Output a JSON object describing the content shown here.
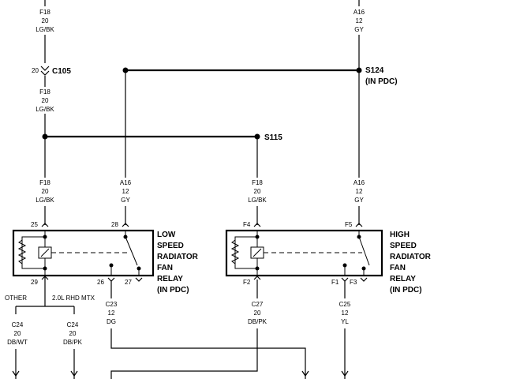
{
  "wires": {
    "top_left": {
      "circuit": "F18",
      "gauge": "20",
      "color": "LG/BK"
    },
    "top_right": {
      "circuit": "A16",
      "gauge": "12",
      "color": "GY"
    },
    "mid_left": {
      "circuit": "F18",
      "gauge": "20",
      "color": "LG/BK"
    },
    "drop_f18_low": {
      "circuit": "F18",
      "gauge": "20",
      "color": "LG/BK"
    },
    "drop_a16_low": {
      "circuit": "A16",
      "gauge": "12",
      "color": "GY"
    },
    "drop_f18_high": {
      "circuit": "F18",
      "gauge": "20",
      "color": "LG/BK"
    },
    "drop_a16_high": {
      "circuit": "A16",
      "gauge": "12",
      "color": "GY"
    },
    "c23": {
      "circuit": "C23",
      "gauge": "12",
      "color": "DG"
    },
    "c27": {
      "circuit": "C27",
      "gauge": "20",
      "color": "DB/PK"
    },
    "c25": {
      "circuit": "C25",
      "gauge": "12",
      "color": "YL"
    },
    "c24_left": {
      "circuit": "C24",
      "gauge": "20",
      "color": "DB/WT"
    },
    "c24_right": {
      "circuit": "C24",
      "gauge": "20",
      "color": "DB/PK"
    }
  },
  "connector": {
    "pin": "20",
    "name": "C105"
  },
  "splices": {
    "s124": {
      "name": "S124",
      "note": "(IN PDC)"
    },
    "s115": {
      "name": "S115"
    }
  },
  "branch": {
    "other": "OTHER",
    "rhd": "2.0L RHD MTX"
  },
  "relay_low": {
    "pins": {
      "p25": "25",
      "p28": "28",
      "p29": "29",
      "p26": "26",
      "p27": "27"
    },
    "title": [
      "LOW",
      "SPEED",
      "RADIATOR",
      "FAN",
      "RELAY",
      "(IN PDC)"
    ]
  },
  "relay_high": {
    "pins": {
      "f4": "F4",
      "f5": "F5",
      "f2": "F2",
      "f1": "F1",
      "f3": "F3"
    },
    "title": [
      "HIGH",
      "SPEED",
      "RADIATOR",
      "FAN",
      "RELAY",
      "(IN PDC)"
    ]
  }
}
